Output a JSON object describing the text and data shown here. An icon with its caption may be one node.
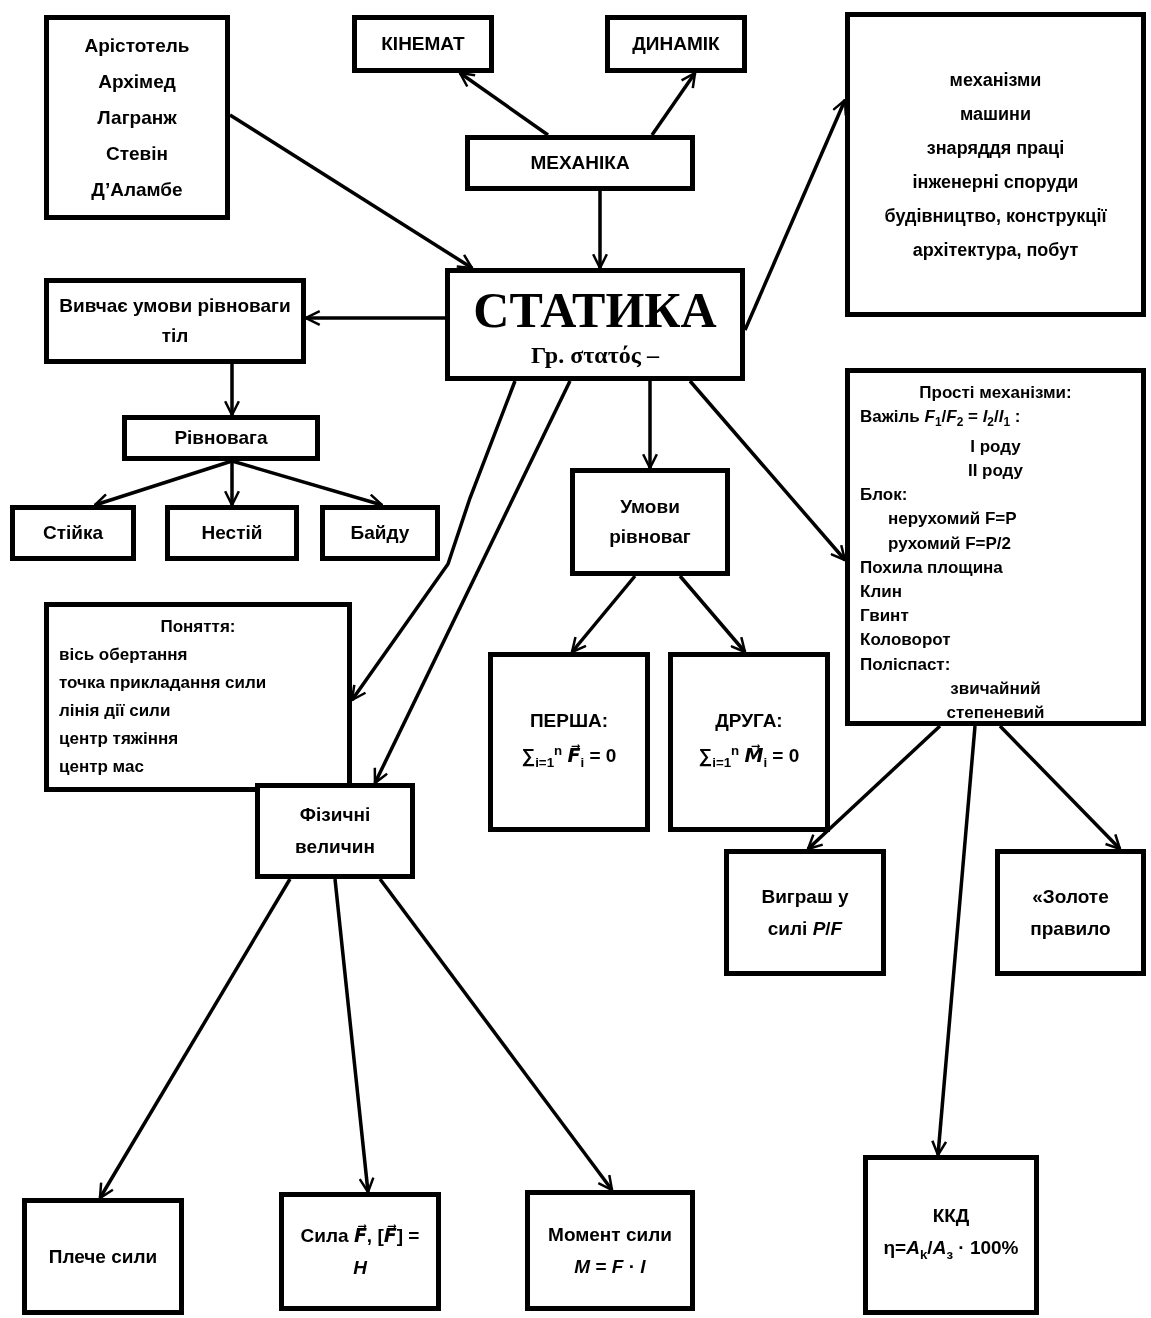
{
  "diagram": {
    "nodes": [
      {
        "text": [
          "Арістотель",
          "Архімед",
          "Лагранж",
          "Стевін",
          "Д’Аламбе"
        ]
      },
      {
        "text": [
          "КІНЕМАТ"
        ]
      },
      {
        "text": [
          "ДИНАМІК"
        ]
      },
      {
        "text": [
          "МЕХАНІКА"
        ]
      },
      {
        "text": [
          "механізми",
          "машини",
          "знаряддя праці",
          "інженерні споруди",
          "будівництво, конструкції",
          "архітектура, побут"
        ]
      },
      {
        "text": [
          "Вивчає умови рівноваги тіл"
        ]
      },
      {
        "text": [
          "СТАТИКА",
          "Гр. στατός –"
        ]
      },
      {
        "text": [
          "Рівновага"
        ]
      },
      {
        "text": [
          "Стійка"
        ]
      },
      {
        "text": [
          "Нестій"
        ]
      },
      {
        "text": [
          "Байду"
        ]
      },
      {
        "text": [
          "Прості механізми:",
          "Важіль *F*$_{1}$/*F*$_{2}$ = *l*$_{2}$/*l*$_{1}$ :",
          "I роду",
          "II роду",
          "Блок:",
          "нерухомий F=P",
          "рухомий F=P/2",
          "Похила площина",
          "Клин",
          "Гвинт",
          "Коловорот",
          "Поліспаст:",
          "звичайний",
          "степеневий"
        ]
      },
      {
        "text": [
          "Умови рівноваг"
        ]
      },
      {
        "text": [
          "Поняття:",
          "вісь обертання",
          "точка прикладання сили",
          "лінія дії сили",
          "центр тяжіння",
          "центр мас"
        ]
      },
      {
        "text": [
          "ПЕРША:",
          "∑$_{i=1}$$^{n}$ *F⃗*$_{i}$ = 0"
        ]
      },
      {
        "text": [
          "ДРУГА:",
          "∑$_{i=1}$$^{n}$ *M⃗*$_{i}$ = 0"
        ]
      },
      {
        "text": [
          "Фізичні величин"
        ]
      },
      {
        "text": [
          "Виграш у силі *P*/*F*"
        ]
      },
      {
        "text": [
          "«Золоте правило"
        ]
      },
      {
        "text": [
          "ККД",
          "η=*A*$_{k}$/*A*$_{з}$ · 100%"
        ]
      },
      {
        "text": [
          "Плече сили"
        ]
      },
      {
        "text": [
          "Сила *F⃗*, [*F⃗*] = *H*"
        ]
      },
      {
        "text": [
          "Момент сили *M* = *F* · *l*"
        ]
      }
    ],
    "edges": [
      {
        "from": 3,
        "to": 1,
        "arrow": "to"
      },
      {
        "from": 3,
        "to": 2,
        "arrow": "to"
      },
      {
        "from": 3,
        "to": 6,
        "arrow": "to"
      },
      {
        "from": 0,
        "to": 6,
        "arrow": "to"
      },
      {
        "from": 6,
        "to": 4,
        "arrow": "to"
      },
      {
        "from": 6,
        "to": 5,
        "arrow": "to"
      },
      {
        "from": 5,
        "to": 7,
        "arrow": "to"
      },
      {
        "from": 7,
        "to": 8,
        "arrow": "to"
      },
      {
        "from": 7,
        "to": 9,
        "arrow": "to"
      },
      {
        "from": 7,
        "to": 10,
        "arrow": "to"
      },
      {
        "from": 6,
        "to": 13,
        "arrow": "to"
      },
      {
        "from": 6,
        "to": 16,
        "arrow": "to"
      },
      {
        "from": 6,
        "to": 12,
        "arrow": "to"
      },
      {
        "from": 6,
        "to": 11,
        "arrow": "to"
      },
      {
        "from": 12,
        "to": 14,
        "arrow": "to"
      },
      {
        "from": 12,
        "to": 15,
        "arrow": "to"
      },
      {
        "from": 11,
        "to": 17,
        "arrow": "to"
      },
      {
        "from": 11,
        "to": 19,
        "arrow": "to"
      },
      {
        "from": 11,
        "to": 18,
        "arrow": "to"
      },
      {
        "from": 16,
        "to": 20,
        "arrow": "to"
      },
      {
        "from": 16,
        "to": 21,
        "arrow": "to"
      },
      {
        "from": 16,
        "to": 22,
        "arrow": "to"
      }
    ]
  }
}
